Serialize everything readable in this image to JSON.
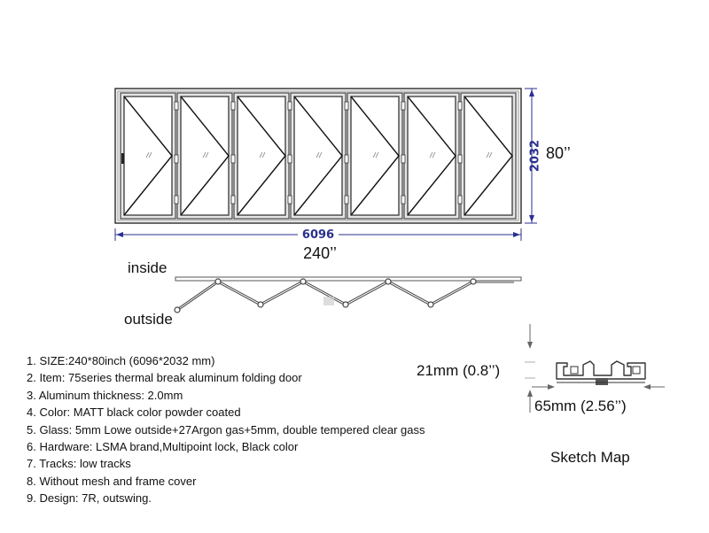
{
  "elevation": {
    "panel_count": 7,
    "width_mm": "6096",
    "height_mm": "2032",
    "width_in": "240’’",
    "height_in": "80’’"
  },
  "plan": {
    "inside_label": "inside",
    "outside_label": "outside"
  },
  "track_section": {
    "height_label": "21mm (0.8’’)",
    "width_label": "65mm (2.56’’)",
    "caption": "Sketch Map"
  },
  "specs": [
    "1. SIZE:240*80inch (6096*2032 mm)",
    "2. Item: 75series thermal break aluminum folding door",
    "3. Aluminum thickness: 2.0mm",
    "4. Color: MATT black color powder coated",
    "5. Glass: 5mm Lowe outside+27Argon gas+5mm, double tempered clear gass",
    "6. Hardware: LSMA brand,Multipoint lock, Black color",
    "7. Tracks: low tracks",
    "8. Without mesh and frame cover",
    "9. Design: 7R, outswing."
  ],
  "colors": {
    "frame": "#444444",
    "dimension": "#2a2f8f"
  }
}
